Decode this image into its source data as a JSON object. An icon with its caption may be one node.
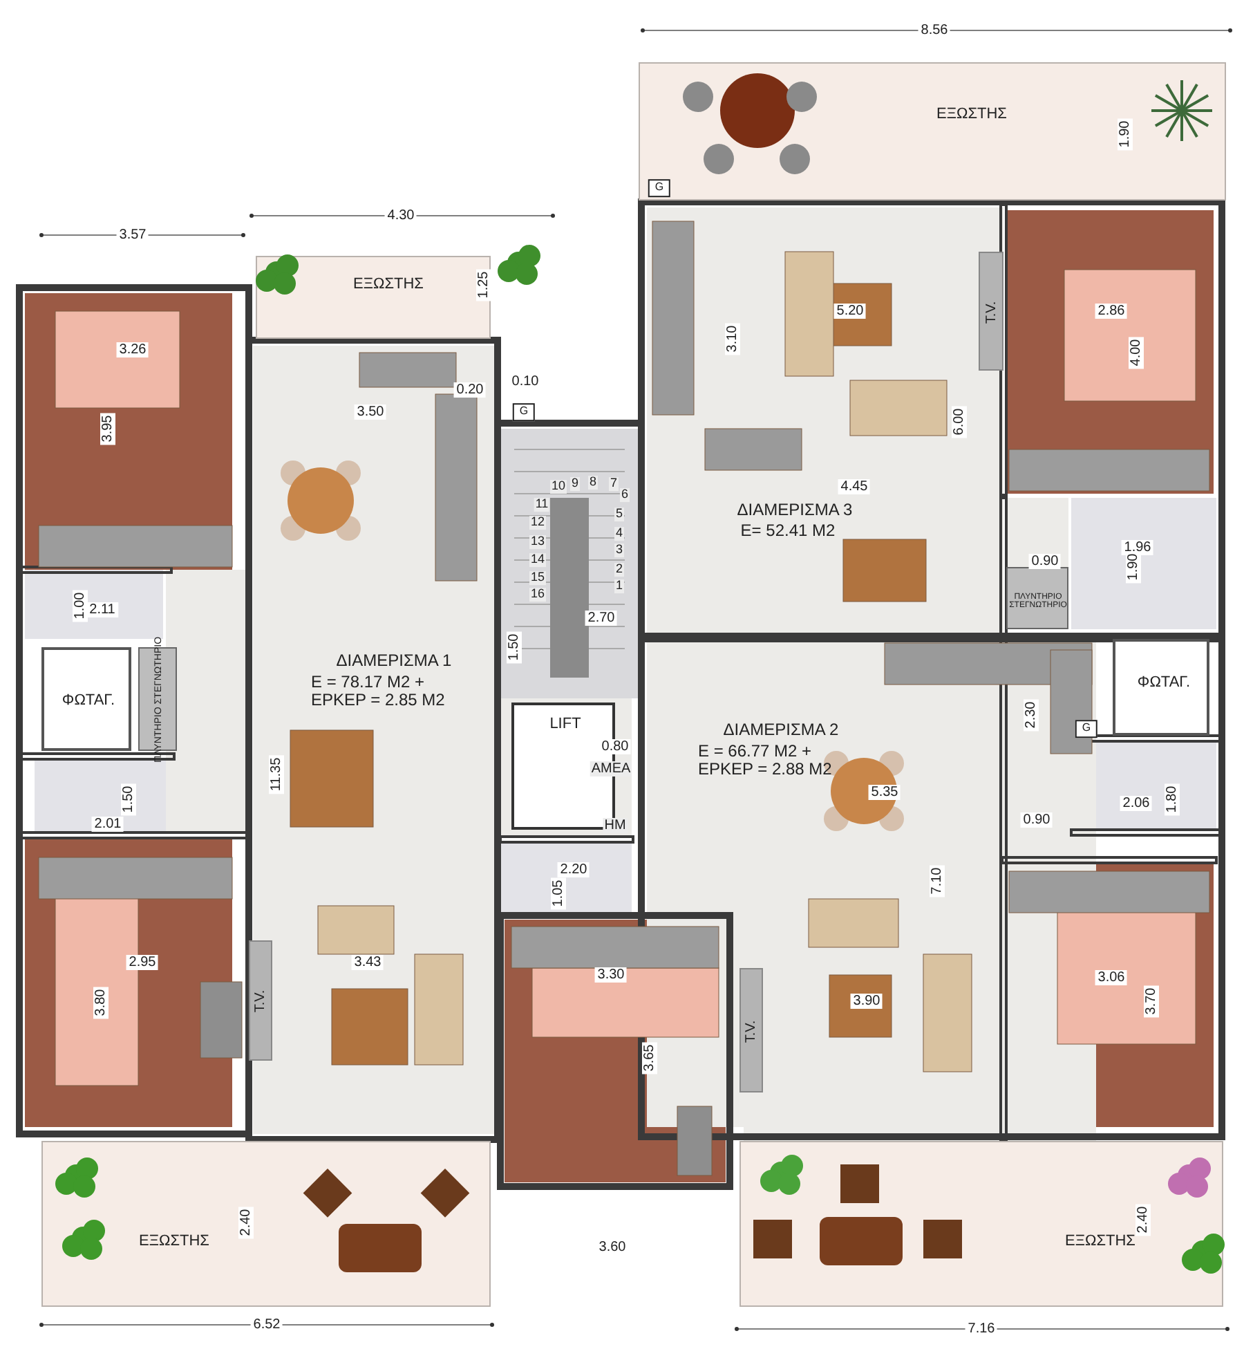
{
  "diagram": {
    "nodes": [
      {
        "text": [
          "ΕΞΩΣΤΗΣ"
        ]
      },
      {
        "text": [
          "ΕΞΩΣΤΗΣ"
        ]
      },
      {
        "text": [
          "T.V."
        ]
      },
      {
        "text": [
          "ΦΩΤΑΓ."
        ]
      },
      {
        "text": [
          "ΠΛΥΝΤΗΡΙΟ ΣΤΕΓΝΩΤΗΡΙΟ"
        ]
      },
      {
        "text": [
          "ΠΛΥΝΤΗΡΙΟ ΣΤΕΓΝΩΤΗΡΙΟ"
        ]
      },
      {
        "text": [
          "ΦΩΤΑΓ."
        ]
      },
      {
        "text": [
          "LIFT"
        ]
      },
      {
        "text": [
          "T.V."
        ]
      },
      {
        "text": [
          "T.V."
        ]
      },
      {
        "text": [
          "ΕΞΩΣΤΗΣ"
        ]
      },
      {
        "text": [
          "ΕΞΩΣΤΗΣ"
        ]
      }
    ],
    "labels": [
      "8.56",
      "1.90",
      "G",
      "4.30",
      "3.57",
      "1.25",
      "3.26",
      "5.20",
      "2.86",
      "3.10",
      "0.20",
      "0.10",
      "G",
      "3.95",
      "3.50",
      "6.00",
      "4.00",
      "10",
      "9",
      "8",
      "7",
      "6",
      "11",
      "5",
      "12",
      "4",
      "13",
      "3",
      "14",
      "2",
      "15",
      "1",
      "16",
      "4.45",
      "ΔΙΑΜΕΡΙΣΜΑ 3",
      "E= 52.41 M2",
      "0.90",
      "1.96",
      "1.00",
      "2.11",
      "1.90",
      "2.70",
      "1.50",
      "ΔΙΑΜΕΡΙΣΜΑ 1",
      "E = 78.17 M2 + ΕΡΚΕΡ = 2.85 M2",
      "11.35",
      "2.30",
      "G",
      "0.80",
      "ΔΙΑΜΕΡΙΣΜΑ 2",
      "E = 66.77 M2 + ΕΡΚΕΡ = 2.88 M2",
      "ΑΜΕΑ",
      "HM",
      "5.35",
      "1.50",
      "2.01",
      "2.06",
      "1.80",
      "0.90",
      "2.20",
      "1.05",
      "2.95",
      "3.43",
      "3.80",
      "3.30",
      "3.65",
      "7.10",
      "3.90",
      "3.06",
      "3.70",
      "2.40",
      "3.60",
      "2.40",
      "6.52",
      "7.16"
    ]
  }
}
